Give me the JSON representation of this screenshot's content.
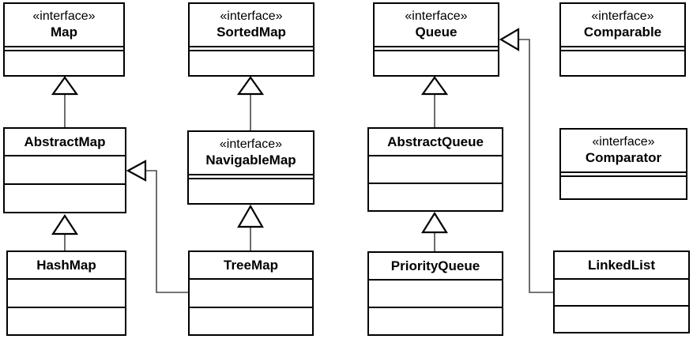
{
  "diagram_type": "uml-class-diagram",
  "stereotype_interface": "«interface»",
  "nodes": [
    {
      "id": "map",
      "kind": "interface",
      "stereotype": "«interface»",
      "name": "Map"
    },
    {
      "id": "sortedmap",
      "kind": "interface",
      "stereotype": "«interface»",
      "name": "SortedMap"
    },
    {
      "id": "queue",
      "kind": "interface",
      "stereotype": "«interface»",
      "name": "Queue"
    },
    {
      "id": "comparable",
      "kind": "interface",
      "stereotype": "«interface»",
      "name": "Comparable"
    },
    {
      "id": "abstractmap",
      "kind": "class",
      "name": "AbstractMap"
    },
    {
      "id": "navigablemap",
      "kind": "interface",
      "stereotype": "«interface»",
      "name": "NavigableMap"
    },
    {
      "id": "abstractqueue",
      "kind": "class",
      "name": "AbstractQueue"
    },
    {
      "id": "comparator",
      "kind": "interface",
      "stereotype": "«interface»",
      "name": "Comparator"
    },
    {
      "id": "hashmap",
      "kind": "class",
      "name": "HashMap"
    },
    {
      "id": "treemap",
      "kind": "class",
      "name": "TreeMap"
    },
    {
      "id": "priorityqueue",
      "kind": "class",
      "name": "PriorityQueue"
    },
    {
      "id": "linkedlist",
      "kind": "class",
      "name": "LinkedList"
    }
  ],
  "relationships": [
    {
      "from": "AbstractMap",
      "to": "Map",
      "type": "generalization"
    },
    {
      "from": "HashMap",
      "to": "AbstractMap",
      "type": "generalization"
    },
    {
      "from": "TreeMap",
      "to": "AbstractMap",
      "type": "generalization"
    },
    {
      "from": "NavigableMap",
      "to": "SortedMap",
      "type": "generalization"
    },
    {
      "from": "TreeMap",
      "to": "NavigableMap",
      "type": "generalization"
    },
    {
      "from": "AbstractQueue",
      "to": "Queue",
      "type": "generalization"
    },
    {
      "from": "PriorityQueue",
      "to": "AbstractQueue",
      "type": "generalization"
    },
    {
      "from": "LinkedList",
      "to": "Queue",
      "type": "generalization"
    }
  ],
  "colors": {
    "box_border": "#000000",
    "box_fill": "#ffffff",
    "connector_line": "#4a4a4a",
    "arrowhead_stroke": "#000000",
    "arrowhead_fill": "#ffffff"
  }
}
